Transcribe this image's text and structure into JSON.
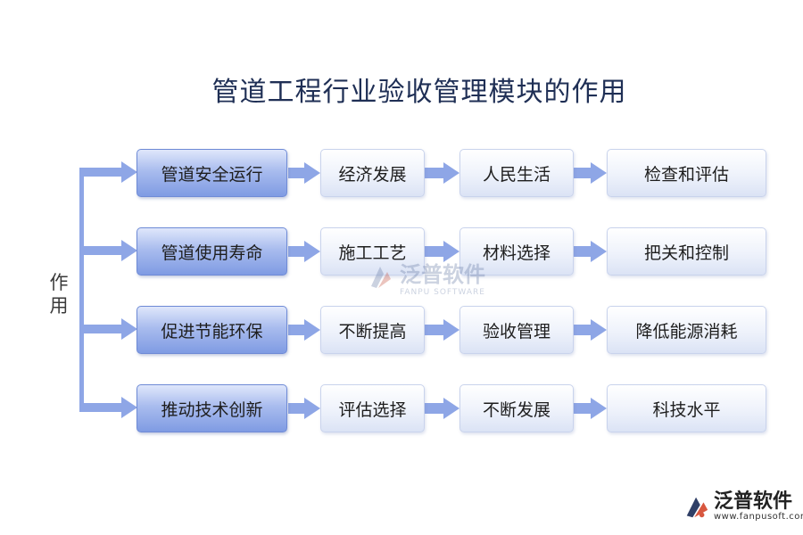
{
  "title": "管道工程行业验收管理模块的作用",
  "side_label": "作用",
  "rows": [
    {
      "primary": "管道安全运行",
      "items": [
        "经济发展",
        "人民生活",
        "检查和评估"
      ]
    },
    {
      "primary": "管道使用寿命",
      "items": [
        "施工工艺",
        "材料选择",
        "把关和控制"
      ]
    },
    {
      "primary": "促进节能环保",
      "items": [
        "不断提高",
        "验收管理",
        "降低能源消耗"
      ]
    },
    {
      "primary": "推动技术创新",
      "items": [
        "评估选择",
        "不断发展",
        "科技水平"
      ]
    }
  ],
  "watermark": {
    "name": "泛普软件",
    "en": "FANPU SOFTWARE"
  },
  "logo": {
    "name": "泛普软件",
    "url": "www.fanpusoft.com"
  },
  "colors": {
    "arrow": "#8ea6e6",
    "primary_box": "#8fa7e8",
    "secondary_box": "#eef2fb"
  }
}
